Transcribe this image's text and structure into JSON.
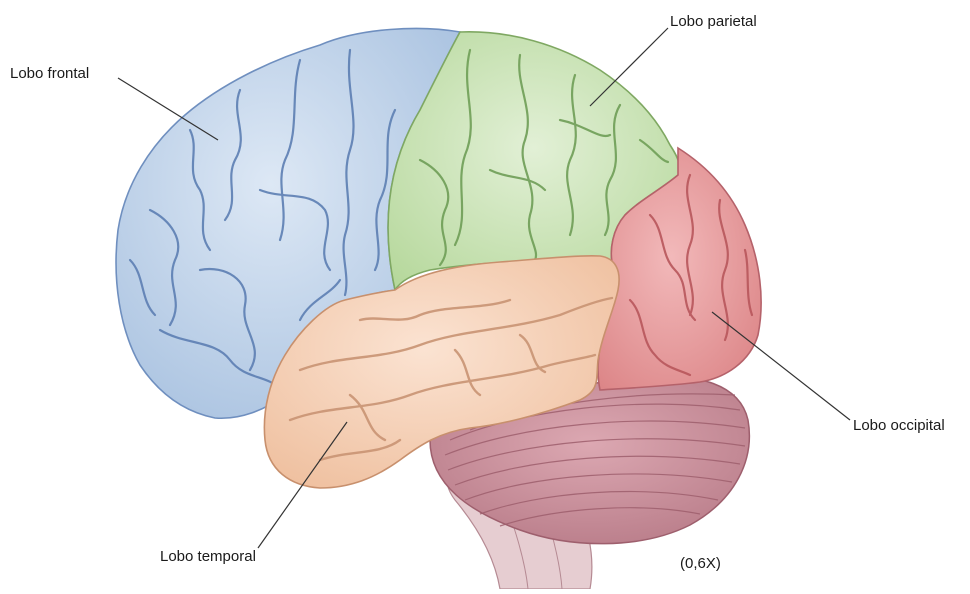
{
  "labels": {
    "frontal": "Lobo frontal",
    "parietal": "Lobo parietal",
    "occipital": "Lobo occipital",
    "temporal": "Lobo temporal",
    "scale": "(0,6X)"
  },
  "colors": {
    "frontal": "#b9cfe8",
    "parietal": "#c9e2b4",
    "occipital": "#e59a9c",
    "temporal": "#f3cdb2",
    "cerebellum": "#c98e9a",
    "brainstem": "#e3c7cb",
    "sulcus_frontal": "#5d7fb3",
    "sulcus_parietal": "#6f9e57",
    "sulcus_occipital": "#b8575c",
    "sulcus_temporal": "#c99474",
    "leader_line": "#333333"
  }
}
